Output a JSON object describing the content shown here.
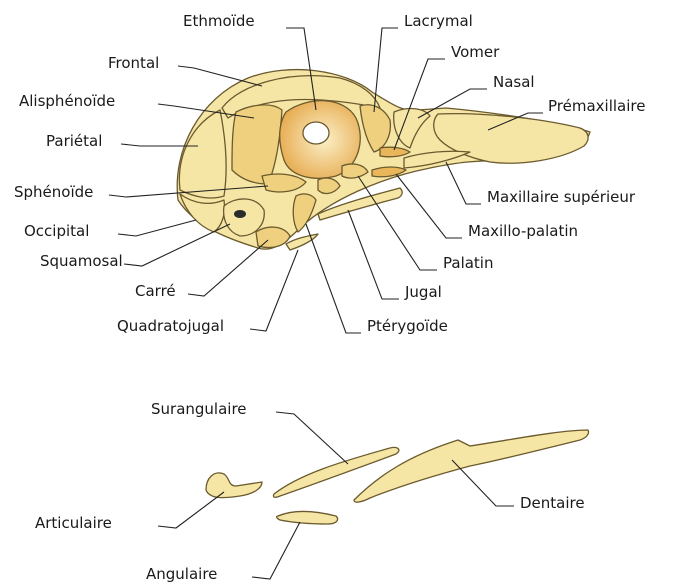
{
  "skull_labels": {
    "ethmoide": "Ethmoïde",
    "lacrymal": "Lacrymal",
    "vomer": "Vomer",
    "frontal": "Frontal",
    "nasal": "Nasal",
    "alisphenoide": "Alisphénoïde",
    "premaxillaire": "Prémaxillaire",
    "parietal": "Pariétal",
    "sphenoide": "Sphénoïde",
    "maxillaire_superieur": "Maxillaire supérieur",
    "occipital": "Occipital",
    "maxillo_palatin": "Maxillo-palatin",
    "squamosal": "Squamosal",
    "palatin": "Palatin",
    "carre": "Carré",
    "jugal": "Jugal",
    "quadratojugal": "Quadratojugal",
    "pterygoide": "Ptérygoïde"
  },
  "mandible_labels": {
    "surangulaire": "Surangulaire",
    "dentaire": "Dentaire",
    "articulaire": "Articulaire",
    "angulaire": "Angulaire"
  },
  "colors": {
    "bone_pale": "#f6e6a6",
    "bone_mid": "#efd07e",
    "bone_deep": "#e9b65a",
    "outline": "#6b5a2e"
  }
}
